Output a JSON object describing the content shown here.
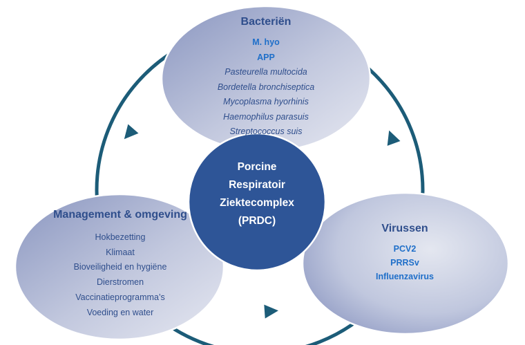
{
  "center": {
    "lines": [
      "Porcine",
      "Respiratoir",
      "Ziektecomplex",
      "(PRDC)"
    ]
  },
  "bacteria": {
    "title": "Bacteriën",
    "items": [
      {
        "text": "M. hyo",
        "style": "bold"
      },
      {
        "text": "APP",
        "style": "bold"
      },
      {
        "text": "Pasteurella multocida",
        "style": "italic"
      },
      {
        "text": "Bordetella bronchiseptica",
        "style": "italic"
      },
      {
        "text": "Mycoplasma hyorhinis",
        "style": "italic"
      },
      {
        "text": "Haemophilus parasuis",
        "style": "italic"
      },
      {
        "text": "Streptococcus suis",
        "style": "italic"
      }
    ]
  },
  "management": {
    "title": "Management & omgeving",
    "items": [
      {
        "text": "Hokbezetting",
        "style": "normal"
      },
      {
        "text": "Klimaat",
        "style": "normal"
      },
      {
        "text": "Bioveiligheid en hygiëne",
        "style": "normal"
      },
      {
        "text": "Dierstromen",
        "style": "normal"
      },
      {
        "text": "Vaccinatieprogramma’s",
        "style": "normal"
      },
      {
        "text": "Voeding en water",
        "style": "normal"
      }
    ]
  },
  "viruses": {
    "title": "Virussen",
    "items": [
      {
        "text": "PCV2",
        "style": "bold"
      },
      {
        "text": "PRRSv",
        "style": "bold"
      },
      {
        "text": "Influenzavirus",
        "style": "bold"
      }
    ]
  },
  "colors": {
    "cycle_arrow": "#1c5c78",
    "center_circle": "#2e5597",
    "bubble_light": "#dfe2ee",
    "bubble_dark": "#8d98c2",
    "heading_text": "#2f4e8c",
    "highlight_text": "#1f6fc9"
  }
}
